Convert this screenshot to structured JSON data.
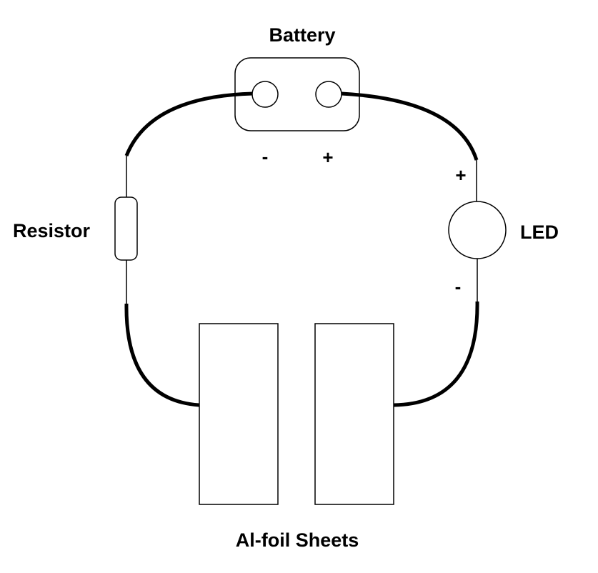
{
  "labels": {
    "battery": "Battery",
    "resistor": "Resistor",
    "led": "LED",
    "sheets": "Al-foil Sheets"
  },
  "polarity": {
    "battery_negative": "-",
    "battery_positive": "+",
    "led_positive": "+",
    "led_negative": "-"
  },
  "colors": {
    "stroke": "#000000",
    "background": "#ffffff"
  }
}
